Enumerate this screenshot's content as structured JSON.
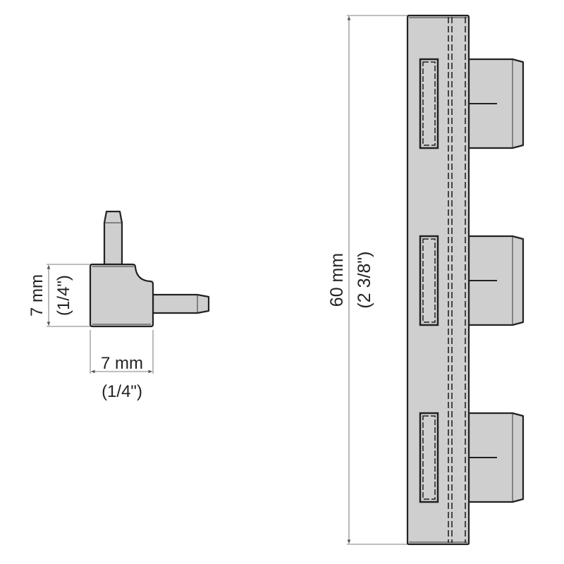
{
  "small_part": {
    "height_label": "7 mm",
    "height_label_imperial": "(1/4\")",
    "width_label": "7 mm",
    "width_label_imperial": "(1/4\")"
  },
  "long_part": {
    "length_label": "60 mm",
    "length_label_imperial": "(2 3/8\")",
    "tab_count": 3
  },
  "colors": {
    "part_fill": "#cfcfcf",
    "outline": "#222222"
  }
}
